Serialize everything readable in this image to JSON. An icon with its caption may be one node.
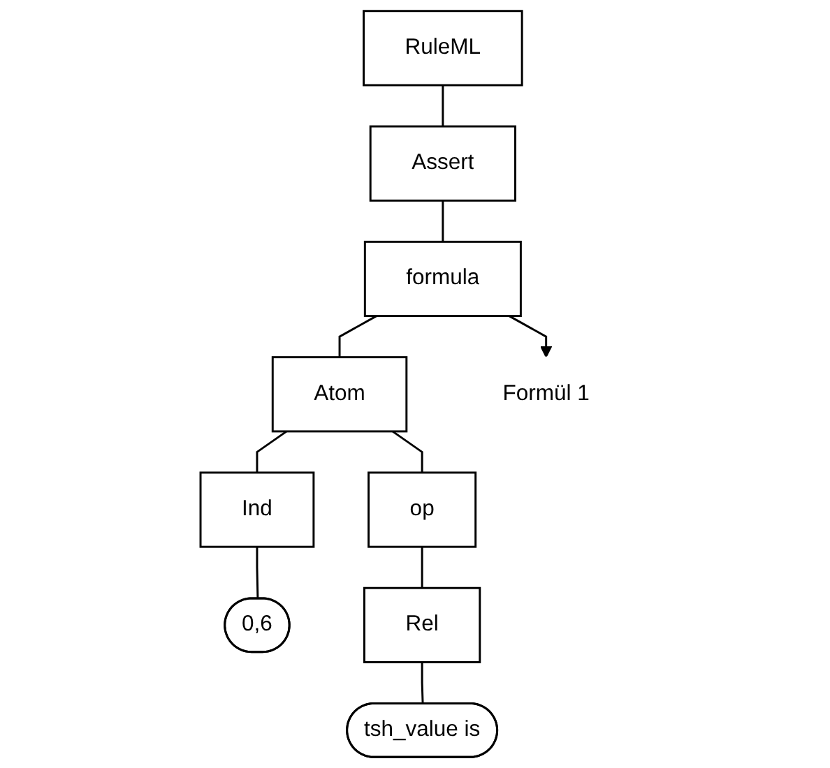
{
  "diagram": {
    "nodes": [
      {
        "text": [
          "RuleML"
        ]
      },
      {
        "text": [
          "Assert"
        ]
      },
      {
        "text": [
          "formula"
        ]
      },
      {
        "text": [
          "Atom"
        ]
      },
      {
        "text": [
          "Ind"
        ]
      },
      {
        "text": [
          "0,6"
        ]
      },
      {
        "text": [
          "op"
        ]
      },
      {
        "text": [
          "Rel"
        ]
      },
      {
        "text": [
          "tsh_value is"
        ]
      },
      {
        "text": [
          "Formül 1"
        ]
      }
    ],
    "edges": [
      {
        "from": 0,
        "to": 1,
        "arrow": "none"
      },
      {
        "from": 1,
        "to": 2,
        "arrow": "none"
      },
      {
        "from": 2,
        "to": 3,
        "arrow": "none"
      },
      {
        "from": 2,
        "to": 9,
        "arrow": "to"
      },
      {
        "from": 3,
        "to": 4,
        "arrow": "none"
      },
      {
        "from": 3,
        "to": 6,
        "arrow": "none"
      },
      {
        "from": 4,
        "to": 5,
        "arrow": "none"
      },
      {
        "from": 6,
        "to": 7,
        "arrow": "none"
      },
      {
        "from": 7,
        "to": 8,
        "arrow": "none"
      }
    ]
  }
}
